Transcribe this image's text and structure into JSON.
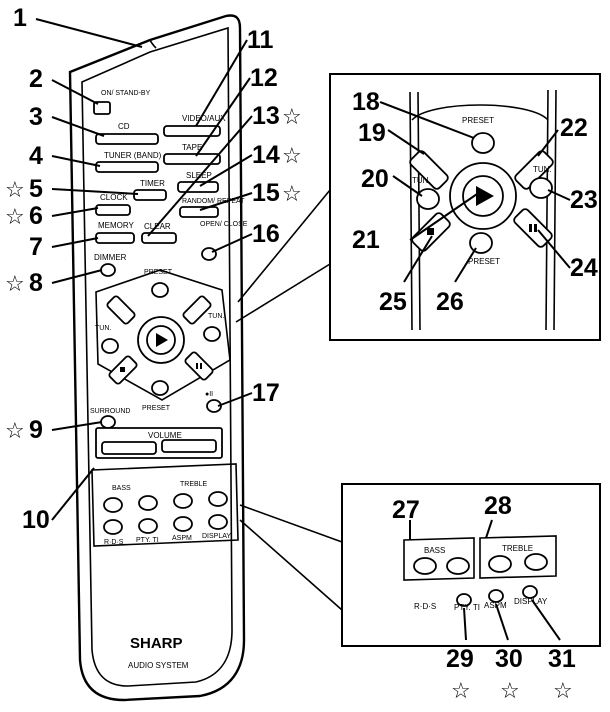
{
  "callouts": {
    "c1": "1",
    "c2": "2",
    "c3": "3",
    "c4": "4",
    "c5": "5",
    "c6": "6",
    "c7": "7",
    "c8": "8",
    "c9": "9",
    "c10": "10",
    "c11": "11",
    "c12": "12",
    "c13": "13",
    "c14": "14",
    "c15": "15",
    "c16": "16",
    "c17": "17",
    "c18": "18",
    "c19": "19",
    "c20": "20",
    "c21": "21",
    "c22": "22",
    "c23": "23",
    "c24": "24",
    "c25": "25",
    "c26": "26",
    "c27": "27",
    "c28": "28",
    "c29": "29",
    "c30": "30",
    "c31": "31"
  },
  "star_glyph": "☆",
  "remote": {
    "on_standby": "ON/ STAND-BY",
    "cd": "CD",
    "video_aux": "VIDEO/AUX",
    "tuner_band": "TUNER (BAND)",
    "tape": "TAPE",
    "timer": "TIMER",
    "sleep": "SLEEP",
    "clock": "CLOCK",
    "random_repeat": "RANDOM/ REPEAT",
    "memory": "MEMORY",
    "clear": "CLEAR",
    "open_close": "OPEN/ CLOSE",
    "dimmer": "DIMMER",
    "preset": "PRESET",
    "tun": "TUN.",
    "surround": "SURROUND",
    "volume": "VOLUME",
    "bass": "BASS",
    "treble": "TREBLE",
    "rds": "R·D·S",
    "pty_ti": "PTY. TI",
    "aspm": "ASPM",
    "display": "DISPLAY",
    "brand": "SHARP",
    "audio_system": "AUDIO SYSTEM"
  },
  "inset_top": {
    "preset": "PRESET",
    "tun": "TUN."
  },
  "inset_bottom": {
    "bass": "BASS",
    "treble": "TREBLE",
    "rds": "R·D·S",
    "pty_ti": "PTY. TI",
    "aspm": "ASPM",
    "display": "DISPLAY"
  }
}
